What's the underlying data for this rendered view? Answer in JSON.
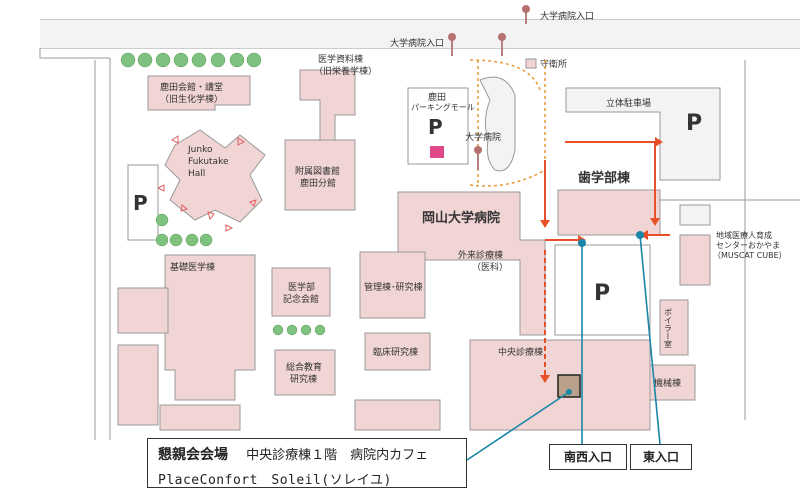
{
  "colors": {
    "building": "#f1d4d4",
    "outline": "#9a9a9a",
    "road": "#f3f3f3",
    "tree": "#7fc17f",
    "dental_label_bg": "#2a2aa8",
    "arrow": "#e8502a",
    "callout_line": "#1a86a8",
    "path": "#e89a3a"
  },
  "labels": {
    "hospital_entrance_top": "大学病院入口",
    "hospital_entrance_mid": "大学病院入口",
    "guard_station": "守衛所",
    "parking_tower": "立体駐車場",
    "shikata_hall_1": "鹿田会館・講堂",
    "shikata_hall_2": "（旧生化学棟）",
    "med_archive_1": "医学資料棟",
    "med_archive_2": "（旧栄養学棟）",
    "parking_mall_1": "鹿田",
    "parking_mall_2": "パーキングモール",
    "junko_1": "Junko",
    "junko_2": "Fukutake",
    "junko_3": "Hall",
    "library_1": "附属図書館",
    "library_2": "鹿田分館",
    "hospital_gate": "大学病院",
    "dental_building": "歯学部棟",
    "okayama_univ_hospital": "岡山大学病院",
    "regional_center_1": "地域医療人育成",
    "regional_center_2": "センターおかやま",
    "regional_center_3": "（MUSCAT CUBE）",
    "basic_medicine": "基礎医学棟",
    "memorial_hall_1": "医学部",
    "memorial_hall_2": "記念会館",
    "outpatient_1": "外来診療棟",
    "outpatient_2": "（医科）",
    "admin_research": "管理棟･研究棟",
    "boiler_room": "ボイラー室",
    "clinical_research": "臨床研究棟",
    "central_clinic": "中央診療棟",
    "integrated_edu_1": "総合教育",
    "integrated_edu_2": "研究棟",
    "machine_building": "機械棟",
    "parking_p": "P"
  },
  "callouts": {
    "venue_title": "懇親会会場",
    "venue_detail": "中央診療棟１階　病院内カフェ",
    "venue_name": "PlaceConfort　Soleil(ソレイユ)",
    "southwest_entrance": "南西入口",
    "east_entrance": "東入口"
  }
}
